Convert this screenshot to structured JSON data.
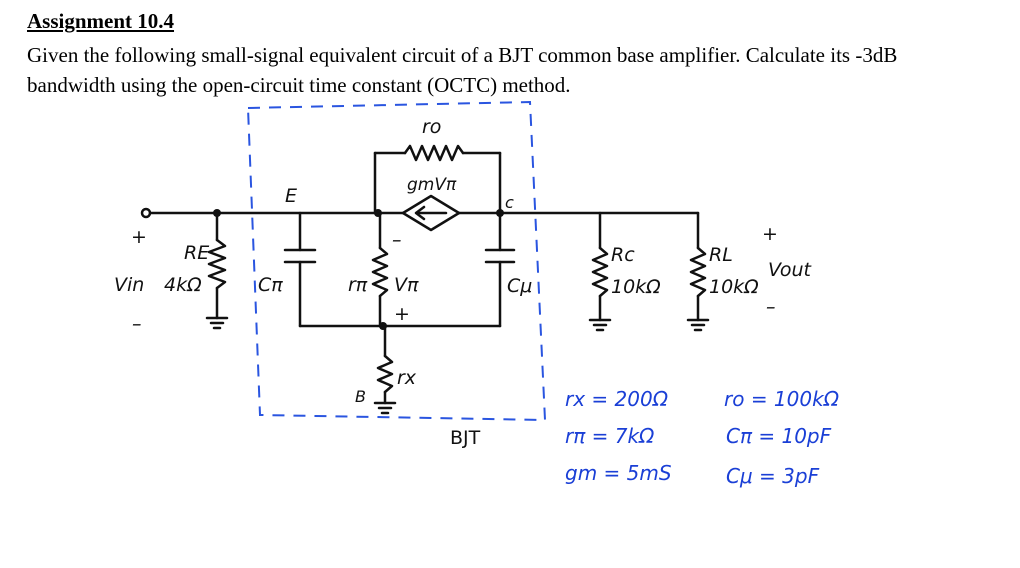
{
  "heading": {
    "title": "Assignment 10.4",
    "problem_text": "Given the following small-signal equivalent circuit of a BJT common base amplifier. Calculate its -3dB bandwidth using the open-circuit time constant (OCTC) method."
  },
  "circuit": {
    "input_plus": "+",
    "input_minus": "–",
    "vin_label": "Vin",
    "re_label": "RE",
    "re_value": "4kΩ",
    "e_node": "E",
    "c_node": "c",
    "b_node": "B",
    "cpi_label": "Cπ",
    "rpi_label": "rπ",
    "vpi_label": "Vπ",
    "vpi_minus": "–",
    "vpi_plus": "+",
    "ro_label": "ro",
    "gm_source_label": "gmVπ",
    "cmu_label": "Cμ",
    "rx_label": "rx",
    "rc_label": "Rc",
    "rc_value": "10kΩ",
    "rl_label": "RL",
    "rl_value": "10kΩ",
    "vout_label": "Vout",
    "output_plus": "+",
    "output_minus": "–",
    "bjt_box_label": "BJT"
  },
  "parameters": {
    "rx": "rx = 200Ω",
    "rpi": "rπ = 7kΩ",
    "gm": "gm = 5mS",
    "ro": "ro = 100kΩ",
    "cpi": "Cπ = 10pF",
    "cmu": "Cμ = 3pF"
  },
  "colors": {
    "ink": "#111111",
    "annotation_blue": "#1a3fd6",
    "box_blue": "#2a55e0"
  }
}
